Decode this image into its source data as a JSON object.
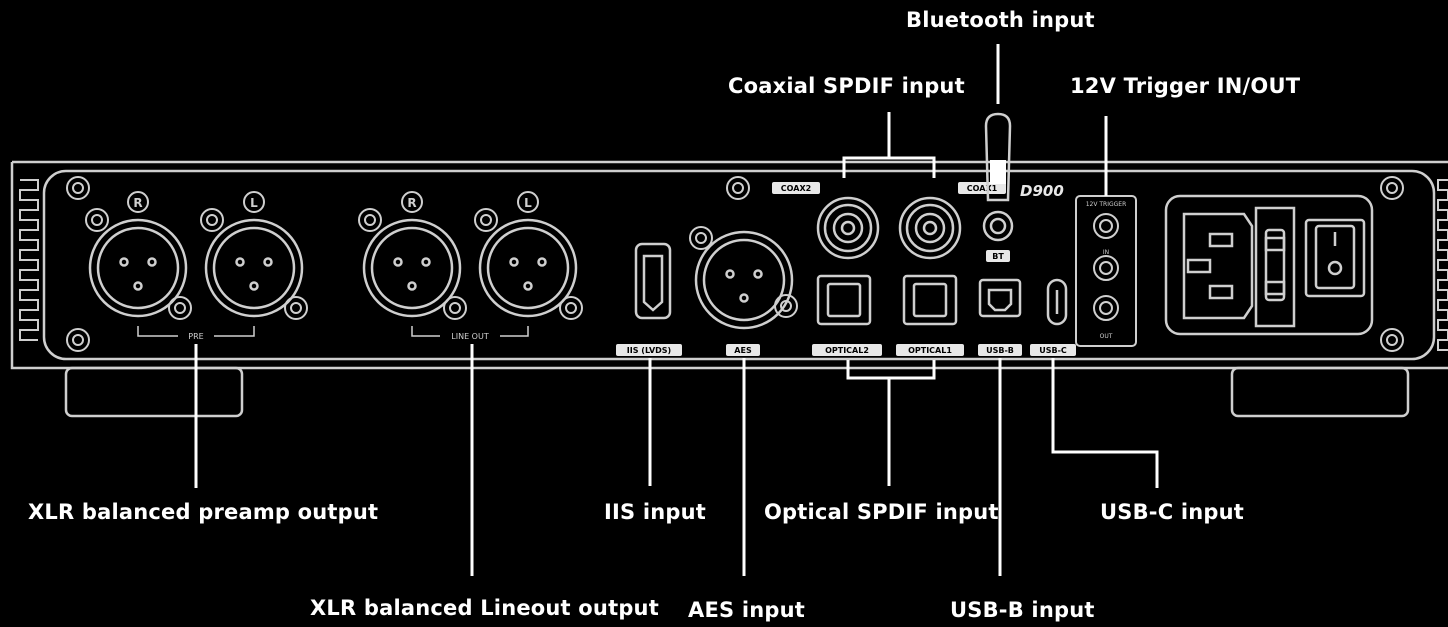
{
  "callouts": {
    "bluetooth": "Bluetooth input",
    "coaxial": "Coaxial SPDIF input",
    "trigger": "12V Trigger IN/OUT",
    "xlr_pre": "XLR balanced preamp output",
    "iis": "IIS input",
    "optical": "Optical SPDIF input",
    "usbc": "USB-C input",
    "xlr_line": "XLR balanced Lineout output",
    "aes": "AES input",
    "usbb": "USB-B input"
  },
  "panel": {
    "model": "D900",
    "xlr_r": "R",
    "xlr_l": "L",
    "pre_label": "PRE",
    "lineout_label": "LINE OUT",
    "iis_label": "IIS (LVDS)",
    "aes_label": "AES",
    "coax2_label": "COAX2",
    "coax1_label": "COAX1",
    "optical2_label": "OPTICAL2",
    "optical1_label": "OPTICAL1",
    "bt_label": "BT",
    "usbb_label": "USB-B",
    "usbc_label": "USB-C",
    "trigger_title": "12V TRIGGER",
    "trigger_in": "IN",
    "trigger_out": "OUT"
  },
  "colors": {
    "background": "#000000",
    "outline": "#cfcfcf",
    "text": "#ffffff"
  }
}
